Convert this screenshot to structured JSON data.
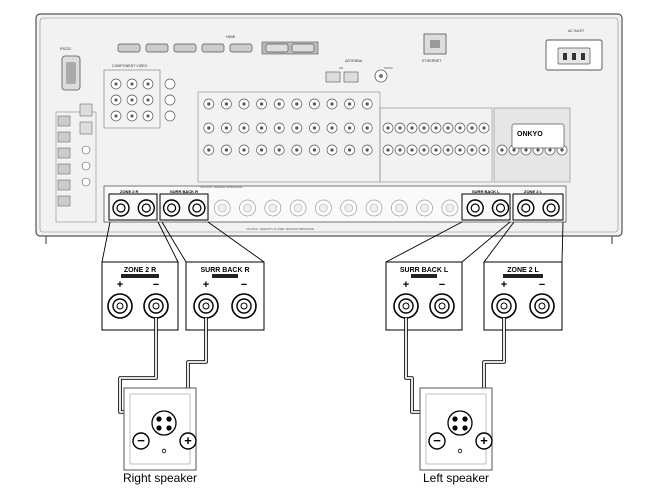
{
  "receiver": {
    "panel_labels": {
      "hdmi": "HDMI",
      "antenna": "ANTENNA",
      "ethernet": "ETHERNET",
      "ac_inlet": "AC INLET",
      "rs232": "RS232",
      "component_video": "COMPONENT VIDEO",
      "fm": "FM75Ω",
      "am": "AM",
      "brand": "ONKYO"
    },
    "speaker_terminals": {
      "zone2_r": "ZONE 2 R",
      "surr_back_r": "SURR BACK R",
      "surr_back_l": "SURR BACK L",
      "zone2_l": "ZONE 2 L",
      "caution_upper": "CAUTION : SPEAKER IMPEDANCE",
      "caution_lower": "CAUTION : WHEN BTL IS USED, SPEAKER IMPEDANCE"
    }
  },
  "callouts": {
    "zone2_r": {
      "title": "ZONE 2 R",
      "plus": "+",
      "minus": "−"
    },
    "surr_back_r": {
      "title": "SURR BACK R",
      "plus": "+",
      "minus": "−"
    },
    "surr_back_l": {
      "title": "SURR BACK L",
      "plus": "+",
      "minus": "−"
    },
    "zone2_l": {
      "title": "ZONE 2 L",
      "plus": "+",
      "minus": "−"
    }
  },
  "speakers": {
    "right": {
      "label": "Right speaker",
      "plus": "+",
      "minus": "−"
    },
    "left": {
      "label": "Left speaker",
      "plus": "+",
      "minus": "−"
    }
  }
}
